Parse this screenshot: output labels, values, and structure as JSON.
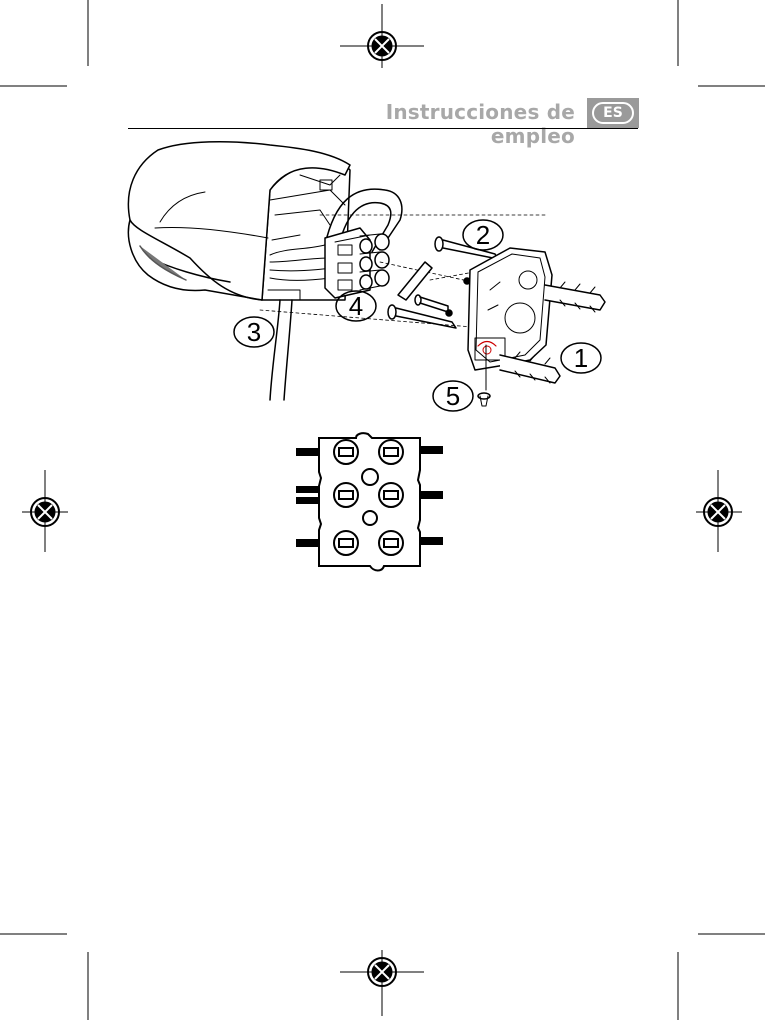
{
  "header": {
    "title": "Instrucciones de empleo",
    "language_badge": "ES"
  },
  "figure": {
    "callouts": [
      "1",
      "2",
      "3",
      "4",
      "5"
    ]
  },
  "colors": {
    "header_text": "#a8a8a8",
    "badge_background": "#9a9a9a",
    "line_art": "#000000"
  }
}
